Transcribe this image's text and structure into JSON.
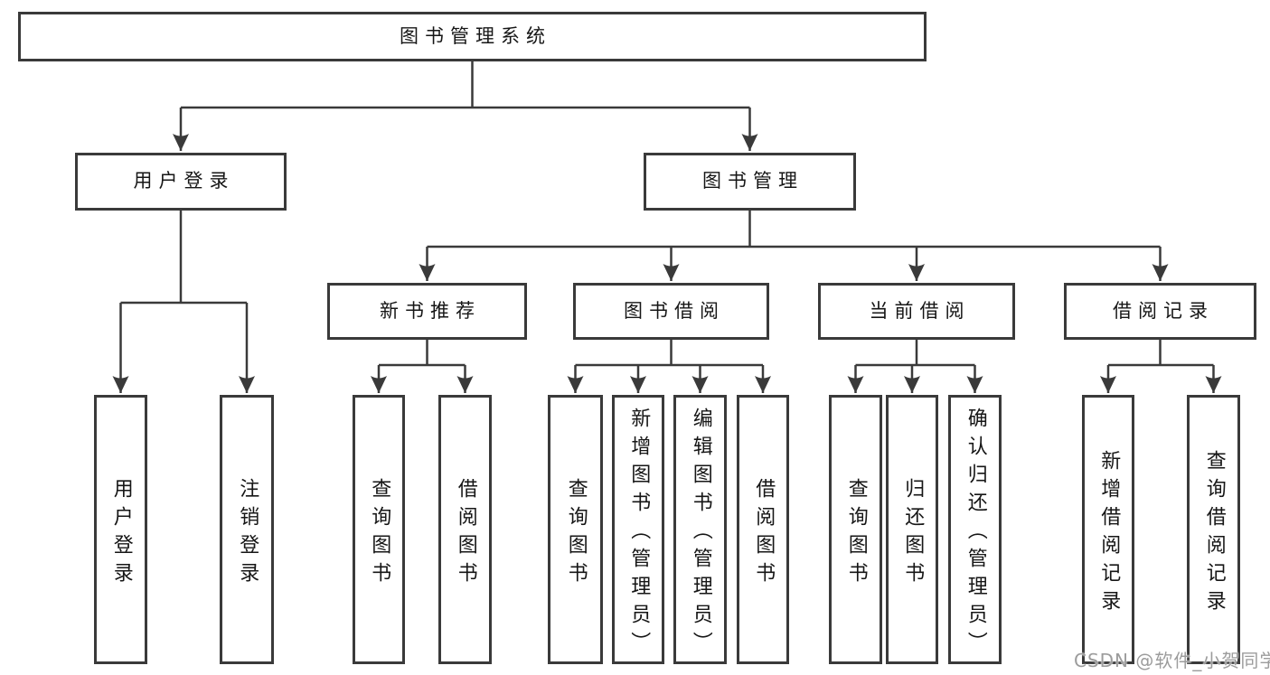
{
  "diagram": {
    "root": {
      "label": "图书管理系统"
    },
    "branches": [
      {
        "label": "用户登录",
        "children": [
          {
            "label": "用户登录"
          },
          {
            "label": "注销登录"
          }
        ]
      },
      {
        "label": "图书管理",
        "sections": [
          {
            "label": "新书推荐",
            "children": [
              {
                "label": "查询图书"
              },
              {
                "label": "借阅图书"
              }
            ]
          },
          {
            "label": "图书借阅",
            "children": [
              {
                "label": "查询图书"
              },
              {
                "label": "新增图书（管理员）"
              },
              {
                "label": "编辑图书（管理员）"
              },
              {
                "label": "借阅图书"
              }
            ]
          },
          {
            "label": "当前借阅",
            "children": [
              {
                "label": "查询图书"
              },
              {
                "label": "归还图书"
              },
              {
                "label": "确认归还（管理员）"
              }
            ]
          },
          {
            "label": "借阅记录",
            "children": [
              {
                "label": "新增借阅记录"
              },
              {
                "label": "查询借阅记录"
              }
            ]
          }
        ]
      }
    ]
  },
  "watermark": {
    "text": "CSDN @软件_小贺同学"
  },
  "colors": {
    "line": "#3a3a3a",
    "text": "#161616",
    "background": "#ffffff",
    "watermark": "#9c9c9c"
  }
}
